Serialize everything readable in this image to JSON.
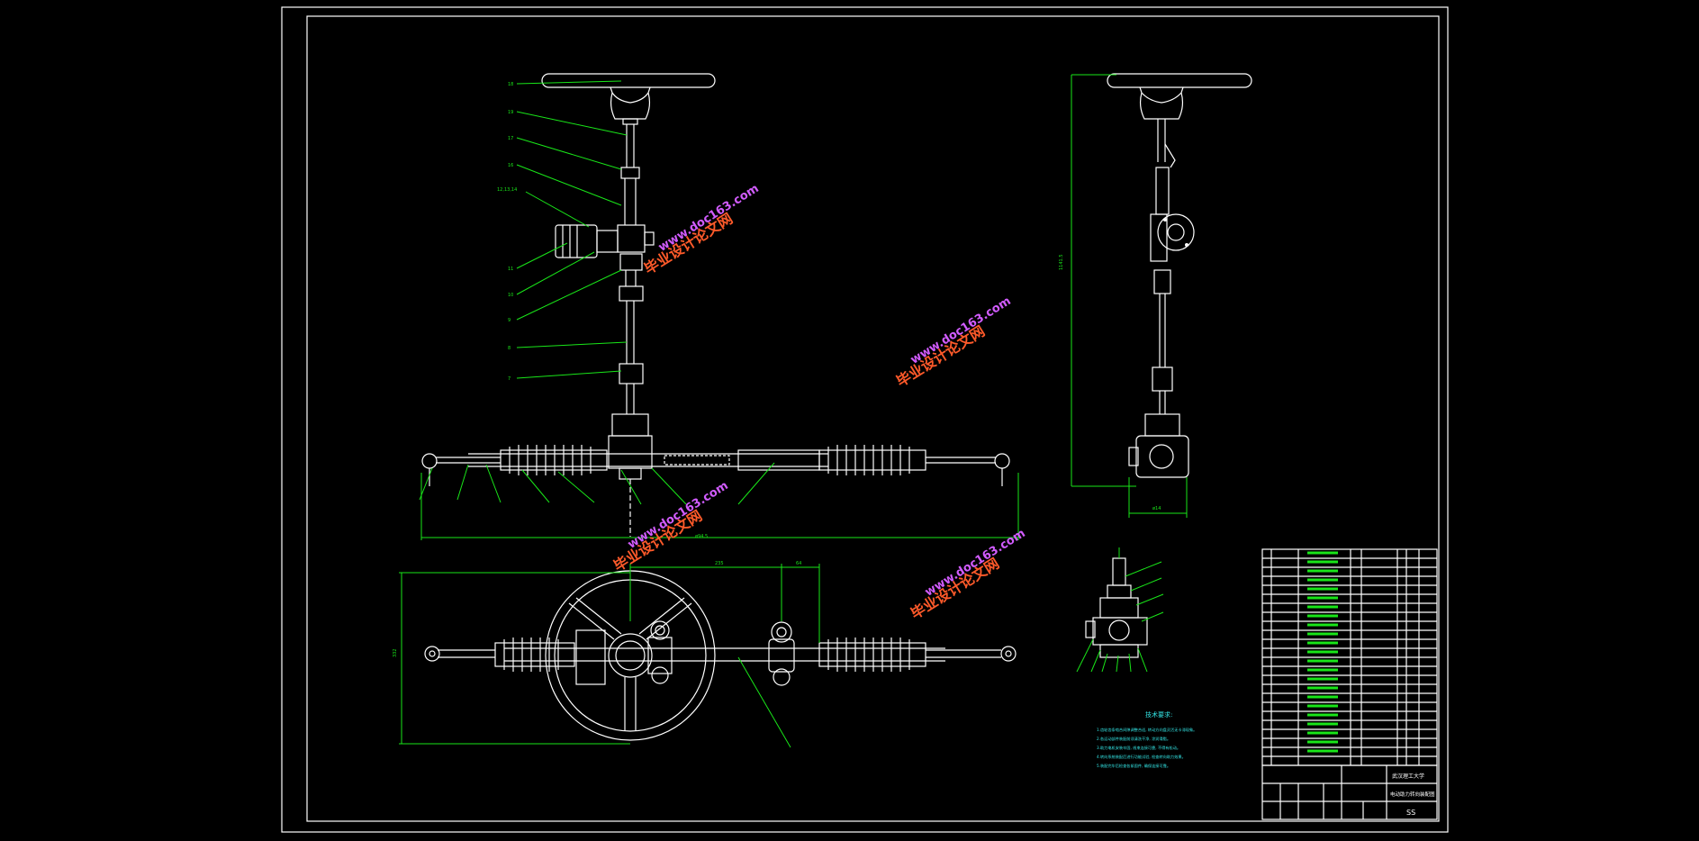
{
  "watermarks": [
    {
      "cn": "毕业设计论文网",
      "url": "www.doc163.com"
    },
    {
      "cn": "毕业设计论文网",
      "url": "www.doc163.com"
    },
    {
      "cn": "毕业设计论文网",
      "url": "www.doc163.com"
    },
    {
      "cn": "毕业设计论文网",
      "url": "www.doc163.com"
    }
  ],
  "tech_req": {
    "title": "技术要求:",
    "lines": [
      "1.齿轮齿条啮合间隙调整合适, 转动方向盘灵活无卡滞现象。",
      "2.各运动部件装配前须清洗干净, 涂润滑脂。",
      "3.助力电机安装牢固, 线束连接可靠, 不得有松动。",
      "4.转向系统装配后进行功能试验, 检查转向助力效果。",
      "5.装配完毕后检查各紧固件, 确保连接可靠。"
    ]
  },
  "title_block": {
    "school": "武汉理工大学",
    "drawing_name": "电动助力转向装配图",
    "drawing_no": "SS"
  }
}
